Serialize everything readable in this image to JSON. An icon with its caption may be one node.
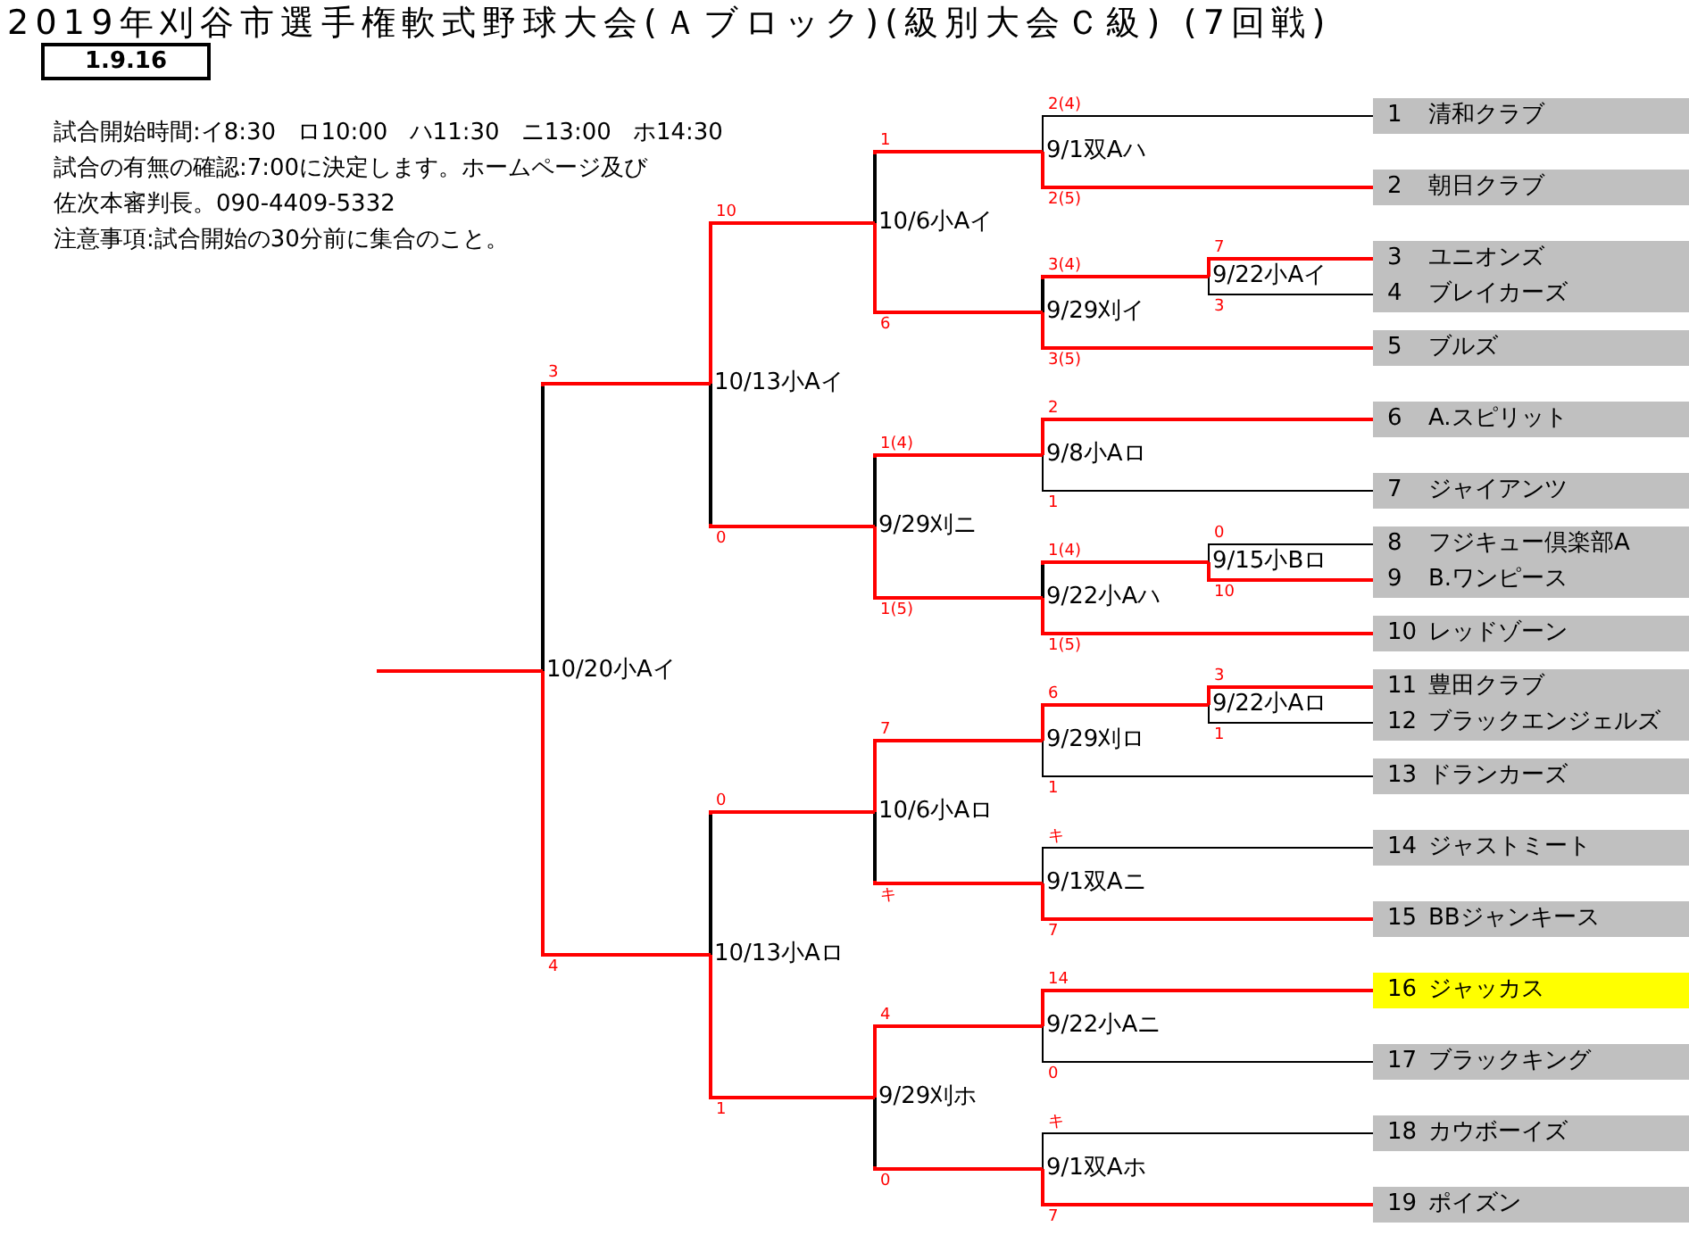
{
  "diagram": {
    "title": "2019年刈谷市選手権軟式野球大会(Ａブロック)(級別大会Ｃ級) (7回戦)",
    "nodes": [
      {
        "text": [
          "1.9.16"
        ]
      },
      {
        "text": [
          "10/20小Aイ"
        ]
      },
      {
        "text": [
          "10/13小Aイ"
        ]
      },
      {
        "text": [
          "10/13小Aロ"
        ]
      },
      {
        "text": [
          "10/6小Aイ"
        ]
      },
      {
        "text": [
          "9/29刈ニ"
        ]
      },
      {
        "text": [
          "10/6小Aロ"
        ]
      },
      {
        "text": [
          "9/29刈ホ"
        ]
      },
      {
        "text": [
          "9/1双Aハ"
        ]
      },
      {
        "text": [
          "9/29刈イ"
        ]
      },
      {
        "text": [
          "9/8小Aロ"
        ]
      },
      {
        "text": [
          "9/22小Aハ"
        ]
      },
      {
        "text": [
          "9/29刈ロ"
        ]
      },
      {
        "text": [
          "9/1双Aニ"
        ]
      },
      {
        "text": [
          "9/22小Aニ"
        ]
      },
      {
        "text": [
          "9/1双Aホ"
        ]
      },
      {
        "text": [
          "9/22小Aイ"
        ]
      },
      {
        "text": [
          "9/15小Bロ"
        ]
      },
      {
        "text": [
          "9/22小Aロ"
        ]
      },
      {
        "text": [
          "1",
          "清和クラブ"
        ]
      },
      {
        "text": [
          "2",
          "朝日クラブ"
        ]
      },
      {
        "text": [
          "3",
          "ユニオンズ"
        ]
      },
      {
        "text": [
          "4",
          "ブレイカーズ"
        ]
      },
      {
        "text": [
          "5",
          "ブルズ"
        ]
      },
      {
        "text": [
          "6",
          "A.スピリット"
        ]
      },
      {
        "text": [
          "7",
          "ジャイアンツ"
        ]
      },
      {
        "text": [
          "8",
          "フジキュー倶楽部A"
        ]
      },
      {
        "text": [
          "9",
          "B.ワンピース"
        ]
      },
      {
        "text": [
          "10",
          "レッドゾーン"
        ]
      },
      {
        "text": [
          "11",
          "豊田クラブ"
        ]
      },
      {
        "text": [
          "12",
          "ブラックエンジェルズ"
        ]
      },
      {
        "text": [
          "13",
          "ドランカーズ"
        ]
      },
      {
        "text": [
          "14",
          "ジャストミート"
        ]
      },
      {
        "text": [
          "15",
          "BBジャンキース"
        ]
      },
      {
        "text": [
          "16",
          "ジャッカス"
        ]
      },
      {
        "text": [
          "17",
          "ブラックキング"
        ]
      },
      {
        "text": [
          "18",
          "カウボーイズ"
        ]
      },
      {
        "text": [
          "19",
          "ポイズン"
        ]
      }
    ],
    "edges": [
      {
        "from": 19,
        "to": 8,
        "arrow": "none",
        "label": "2(4)",
        "color": "#000000"
      },
      {
        "from": 20,
        "to": 8,
        "arrow": "none",
        "label": "2(5)"
      },
      {
        "from": 21,
        "to": 16,
        "arrow": "none",
        "label": "7"
      },
      {
        "from": 22,
        "to": 16,
        "arrow": "none",
        "label": "3",
        "color": "#000000"
      },
      {
        "from": 16,
        "to": 9,
        "arrow": "none",
        "label": "3(4)"
      },
      {
        "from": 23,
        "to": 9,
        "arrow": "none",
        "label": "3(5)"
      },
      {
        "from": 8,
        "to": 4,
        "arrow": "none",
        "label": "1"
      },
      {
        "from": 9,
        "to": 4,
        "arrow": "none",
        "label": "6"
      },
      {
        "from": 4,
        "to": 2,
        "arrow": "none",
        "label": "10"
      },
      {
        "from": 24,
        "to": 10,
        "arrow": "none",
        "label": "2"
      },
      {
        "from": 25,
        "to": 10,
        "arrow": "none",
        "label": "1",
        "color": "#000000"
      },
      {
        "from": 10,
        "to": 5,
        "arrow": "none",
        "label": "1(4)"
      },
      {
        "from": 26,
        "to": 17,
        "arrow": "none",
        "label": "0",
        "color": "#000000"
      },
      {
        "from": 27,
        "to": 17,
        "arrow": "none",
        "label": "10"
      },
      {
        "from": 17,
        "to": 11,
        "arrow": "none",
        "label": "1(4)"
      },
      {
        "from": 28,
        "to": 11,
        "arrow": "none",
        "label": "1(5)"
      },
      {
        "from": 11,
        "to": 5,
        "arrow": "none",
        "label": "1(5)"
      },
      {
        "from": 5,
        "to": 2,
        "arrow": "none",
        "label": "0"
      },
      {
        "from": 2,
        "to": 1,
        "arrow": "none",
        "label": "3"
      },
      {
        "from": 29,
        "to": 18,
        "arrow": "none",
        "label": "3"
      },
      {
        "from": 30,
        "to": 18,
        "arrow": "none",
        "label": "1",
        "color": "#000000"
      },
      {
        "from": 18,
        "to": 12,
        "arrow": "none",
        "label": "6"
      },
      {
        "from": 31,
        "to": 12,
        "arrow": "none",
        "label": "1",
        "color": "#000000"
      },
      {
        "from": 12,
        "to": 6,
        "arrow": "none",
        "label": "7"
      },
      {
        "from": 32,
        "to": 13,
        "arrow": "none",
        "label": "キ",
        "color": "#000000"
      },
      {
        "from": 33,
        "to": 13,
        "arrow": "none",
        "label": "7"
      },
      {
        "from": 13,
        "to": 6,
        "arrow": "none",
        "label": "キ"
      },
      {
        "from": 6,
        "to": 3,
        "arrow": "none",
        "label": "0"
      },
      {
        "from": 34,
        "to": 14,
        "arrow": "none",
        "label": "14"
      },
      {
        "from": 35,
        "to": 14,
        "arrow": "none",
        "label": "0",
        "color": "#000000"
      },
      {
        "from": 14,
        "to": 7,
        "arrow": "none",
        "label": "4"
      },
      {
        "from": 36,
        "to": 15,
        "arrow": "none",
        "label": "キ",
        "color": "#000000"
      },
      {
        "from": 37,
        "to": 15,
        "arrow": "none",
        "label": "7"
      },
      {
        "from": 15,
        "to": 7,
        "arrow": "none",
        "label": "0"
      },
      {
        "from": 7,
        "to": 3,
        "arrow": "none",
        "label": "1"
      },
      {
        "from": 3,
        "to": 1,
        "arrow": "none",
        "label": "4"
      },
      {
        "from": 1,
        "to": null,
        "arrow": "none"
      }
    ],
    "labels": [
      "試合開始時間:イ8:30 ロ10:00 ハ11:30 ニ13:00 ホ14:30",
      "試合の有無の確認:7:00に決定します。ホームページ及び",
      "佐次本審判長。090-4409-5332",
      "注意事項:試合開始の30分前に集合のこと。"
    ]
  }
}
